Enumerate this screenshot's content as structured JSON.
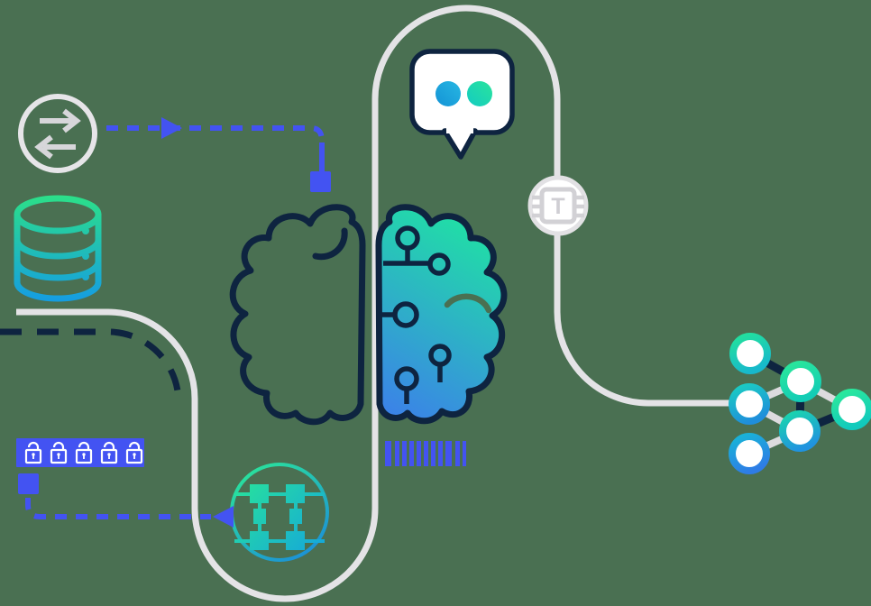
{
  "scene": {
    "title": "AI data pipeline illustration",
    "background_color": "#4a7052"
  },
  "colors": {
    "background": "#4a7052",
    "royal_blue": "#4353f2",
    "navy": "#0e2440",
    "path_gray": "#e4e3e6",
    "icon_gray": "#d7d6da",
    "white": "#ffffff",
    "gradient_green": "#25e49c",
    "gradient_teal": "#14c5c0",
    "gradient_blue": "#1f8fdc",
    "database_green": "#2ce088",
    "database_blue": "#159de2",
    "brain_blue": "#3b82e8",
    "brain_green": "#1fe4a2"
  },
  "chip_badge": {
    "letter": "T"
  },
  "security": {
    "locks_count": 5
  },
  "barcode": {
    "bars_count": 11
  },
  "neural_network": {
    "nodes_count": 6
  },
  "icons": [
    {
      "name": "data-exchange-icon",
      "description": "gray circle with two opposing transfer arrows"
    },
    {
      "name": "database-icon",
      "description": "three-tier database cylinder with green-to-blue gradient"
    },
    {
      "name": "chatbot-bubble-icon",
      "description": "white speech bubble with blue and teal dots"
    },
    {
      "name": "brain-icon",
      "description": "left hemisphere navy outline, right hemisphere gradient with circuit nodes"
    },
    {
      "name": "chip-badge-icon",
      "description": "light gray circular badge with T processor chip"
    },
    {
      "name": "barcode-icon",
      "description": "royal blue vertical bars"
    },
    {
      "name": "security-locks-bar",
      "description": "royal blue bar with five white padlocks"
    },
    {
      "name": "pipeline-circle-icon",
      "description": "gradient ring containing workflow diagram"
    },
    {
      "name": "neural-network-icon",
      "description": "six gradient-ring nodes connected by navy and gray links"
    }
  ]
}
